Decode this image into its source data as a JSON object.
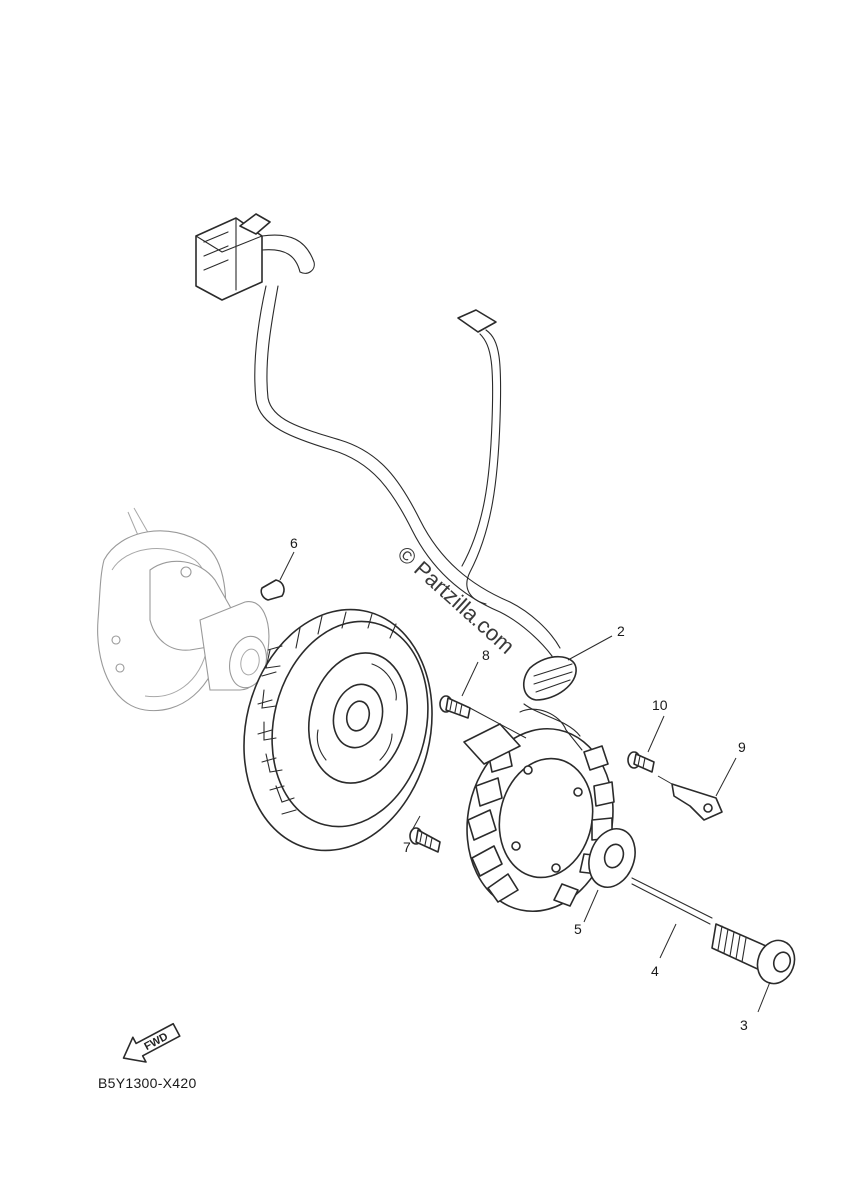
{
  "diagram_code": "B5Y1300-X420",
  "watermark": "© Partzilla.com",
  "fwd_label": "FWD",
  "callouts": [
    {
      "id": "2",
      "label": "2"
    },
    {
      "id": "3",
      "label": "3"
    },
    {
      "id": "4",
      "label": "4"
    },
    {
      "id": "5",
      "label": "5"
    },
    {
      "id": "6",
      "label": "6"
    },
    {
      "id": "7",
      "label": "7"
    },
    {
      "id": "8",
      "label": "8"
    },
    {
      "id": "9",
      "label": "9"
    },
    {
      "id": "10",
      "label": "10"
    }
  ]
}
